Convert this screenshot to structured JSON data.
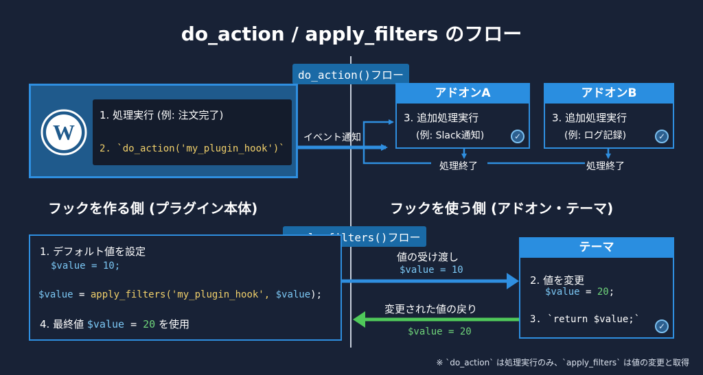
{
  "title": "do_action / apply_filters のフロー",
  "do_action_tag": "do_action()フロー",
  "apply_filters_tag": "apply_filters()フロー",
  "core": {
    "step1": "1. 処理実行 (例: 注文完了)",
    "step2": "2. `do_action('my_plugin_hook')`"
  },
  "event_label": "イベント通知",
  "addon_a": {
    "title": "アドオンA",
    "line1": "3. 追加処理実行",
    "line2": "(例: Slack通知)",
    "done": "処理終了"
  },
  "addon_b": {
    "title": "アドオンB",
    "line1": "3. 追加処理実行",
    "line2": "(例: ログ記録)",
    "done": "処理終了"
  },
  "left_section": "フックを作る側 (プラグイン本体)",
  "right_section": "フックを使う側 (アドオン・テーマ)",
  "filter": {
    "step1_label": "1. デフォルト値を設定",
    "step1_code": "$value = 10;",
    "call_var": "$value",
    "call_eq": " = ",
    "call_fn": "apply_filters('my_plugin_hook', ",
    "call_arg": "$value",
    "call_end": ");",
    "step4_label": "4. 最終値 ",
    "step4_var": "$value",
    "step4_eq": " = ",
    "step4_num": "20",
    "step4_suffix": " を使用"
  },
  "pass_label": "値の受け渡し",
  "pass_code": "$value = 10",
  "return_label": "変更された値の戻り",
  "return_code": "$value = 20",
  "theme": {
    "title": "テーマ",
    "step2_label": "2. 値を変更",
    "step2_var": "$value",
    "step2_eq": " = ",
    "step2_num": "20",
    "step2_end": ";",
    "step3": "3. `return $value;`"
  },
  "footnote": "※ `do_action` は処理実行のみ、`apply_filters` は値の変更と取得",
  "colors": {
    "background": "#182236",
    "accent": "#2f8fe0",
    "return_arrow": "#4fc95a",
    "code_yellow": "#f2d16b",
    "code_cyan": "#7cc8f5"
  },
  "icons": {
    "logo": "wordpress-logo",
    "check": "check-circle-icon",
    "arrow": "arrow-down-icon"
  }
}
